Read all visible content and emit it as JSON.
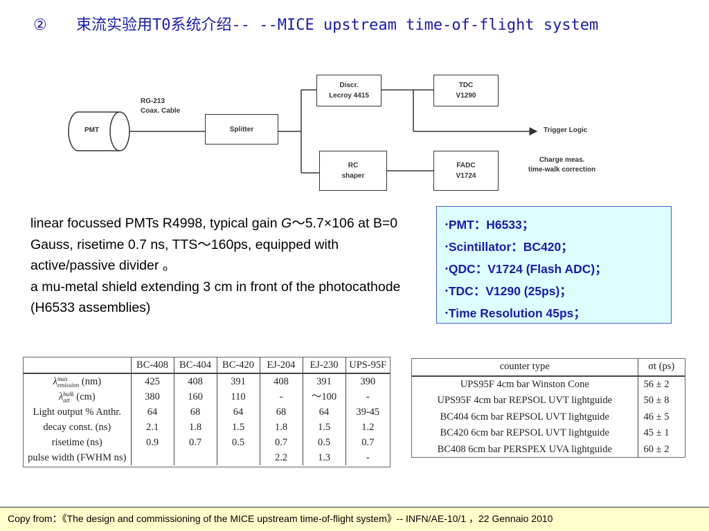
{
  "title": {
    "number": "②",
    "text": "束流实验用T0系统介绍-- --MICE upstream time-of-flight system"
  },
  "diagram": {
    "pmt": "PMT",
    "cable": [
      "RG-213",
      "Coax. Cable"
    ],
    "splitter": "Splitter",
    "discr": [
      "Discr.",
      "Lecroy 4415"
    ],
    "tdc": [
      "TDC",
      "V1290"
    ],
    "trigger": "Trigger Logic",
    "rc": [
      "RC",
      "shaper"
    ],
    "fadc": [
      "FADC",
      "V1724"
    ],
    "charge": [
      "Charge meas.",
      "time-walk correction"
    ]
  },
  "description": {
    "p1_a": "linear focussed PMTs R4998, typical gain ",
    "p1_g": "G",
    "p1_b": "～5.7×106 at B=0 Gauss, risetime 0.7 ns, TTS～160ps, equipped with active/passive divider 。",
    "p2": " a mu-metal shield extending 3 cm in front of the photocathode (H6533 assemblies)"
  },
  "specs": [
    "PMT：H6533；",
    "Scintillator：BC420；",
    "QDC：V1724 (Flash ADC)；",
    "TDC：V1290 (25ps)；",
    "Time Resolution 45ps；"
  ],
  "table1": {
    "headers": [
      "BC-408",
      "BC-404",
      "BC-420",
      "EJ-204",
      "EJ-230",
      "UPS-95F"
    ],
    "rows": [
      {
        "label": "λ",
        "label_sup": "max",
        "label_sub": "emission",
        "label_unit": " (nm)",
        "values": [
          "425",
          "408",
          "391",
          "408",
          "391",
          "390"
        ]
      },
      {
        "label": "λ",
        "label_sup": "bulk",
        "label_sub": "att",
        "label_unit": " (cm)",
        "values": [
          "380",
          "160",
          "110",
          "-",
          "～100",
          "-"
        ]
      },
      {
        "label": "Light output % Anthr.",
        "values": [
          "64",
          "68",
          "64",
          "68",
          "64",
          "39-45"
        ]
      },
      {
        "label": "decay const. (ns)",
        "values": [
          "2.1",
          "1.8",
          "1.5",
          "1.8",
          "1.5",
          "1.2"
        ]
      },
      {
        "label": "risetime (ns)",
        "values": [
          "0.9",
          "0.7",
          "0.5",
          "0.7",
          "0.5",
          "0.7"
        ]
      },
      {
        "label": "pulse width (FWHM ns)",
        "values": [
          "",
          "",
          "",
          "2.2",
          "1.3",
          "-"
        ]
      }
    ]
  },
  "table2": {
    "header_label": "counter type",
    "header_value": "σt (ps)",
    "rows": [
      {
        "label": "UPS95F 4cm bar Winston Cone",
        "value": "56 ± 2"
      },
      {
        "label": "UPS95F 4cm bar REPSOL UVT lightguide",
        "value": "50 ± 8"
      },
      {
        "label": "BC404 6cm bar REPSOL UVT lightguide",
        "value": "46 ± 5"
      },
      {
        "label": "BC420 6cm bar REPSOL UVT lightguide",
        "value": "45 ± 1"
      },
      {
        "label": "BC408 6cm bar PERSPEX UVA lightguide",
        "value": "60 ± 2"
      }
    ]
  },
  "footer": "Copy from：《The design and commissioning of the MICE upstream time-of-flight system》--  INFN/AE-10/1 ，22 Gennaio 2010",
  "colors": {
    "title": "#1a1aa6",
    "specs_bg": "#ddffff",
    "specs_text": "#1a1aa6",
    "footer_bg": "#ffffcc"
  }
}
